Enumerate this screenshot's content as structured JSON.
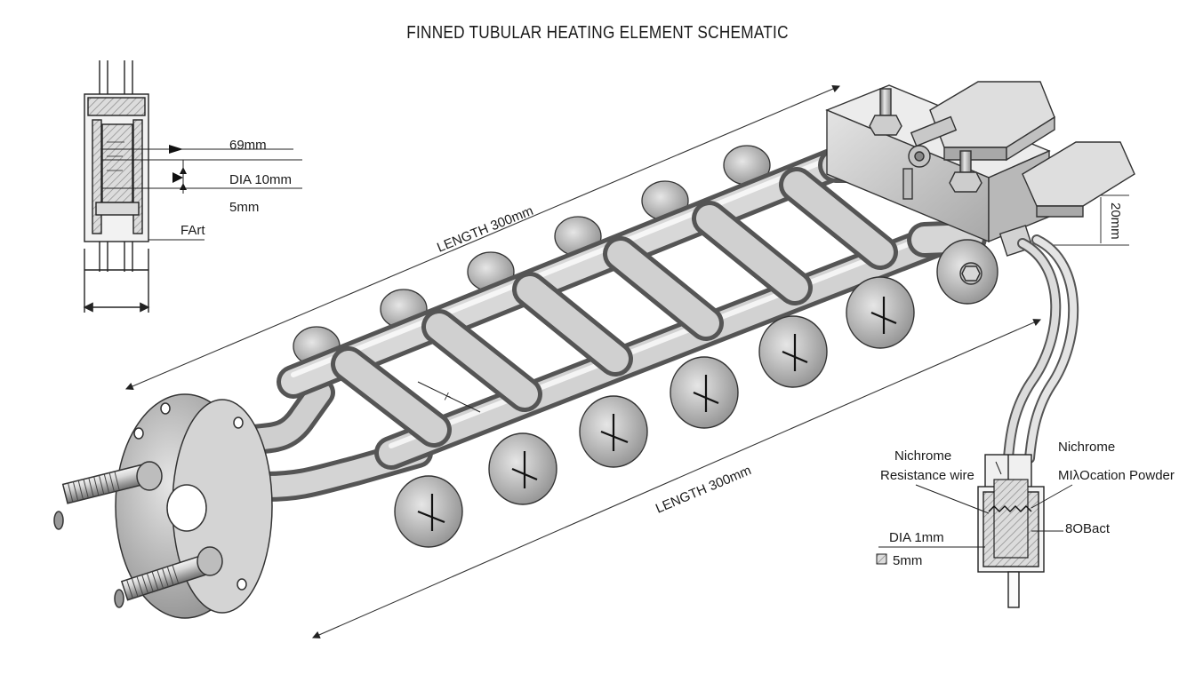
{
  "title": "FINNED TUBULAR HEATING ELEMENT SCHEMATIC",
  "detail_top_left": {
    "dim_1": "69mm",
    "dim_2": "DIA 10mm",
    "dim_3": "5mm",
    "part_label": "FArt"
  },
  "main_element": {
    "length_top": "LENGTH 300mm",
    "length_bottom": "LENGTH 300mm",
    "fin_spacing_marker": "|~",
    "height_label": "20mm"
  },
  "detail_bottom_right": {
    "wire_label_line1": "Nichrome",
    "wire_label_line2": "Resistance wire",
    "powder_label_line1": "Nichrome",
    "powder_label_line2": "MIλOcation Powder",
    "dia_label": "DIA 1mm",
    "thickness_label": "5mm",
    "thickness_icon": "hatched-square-icon",
    "right_label": "8OBact"
  }
}
